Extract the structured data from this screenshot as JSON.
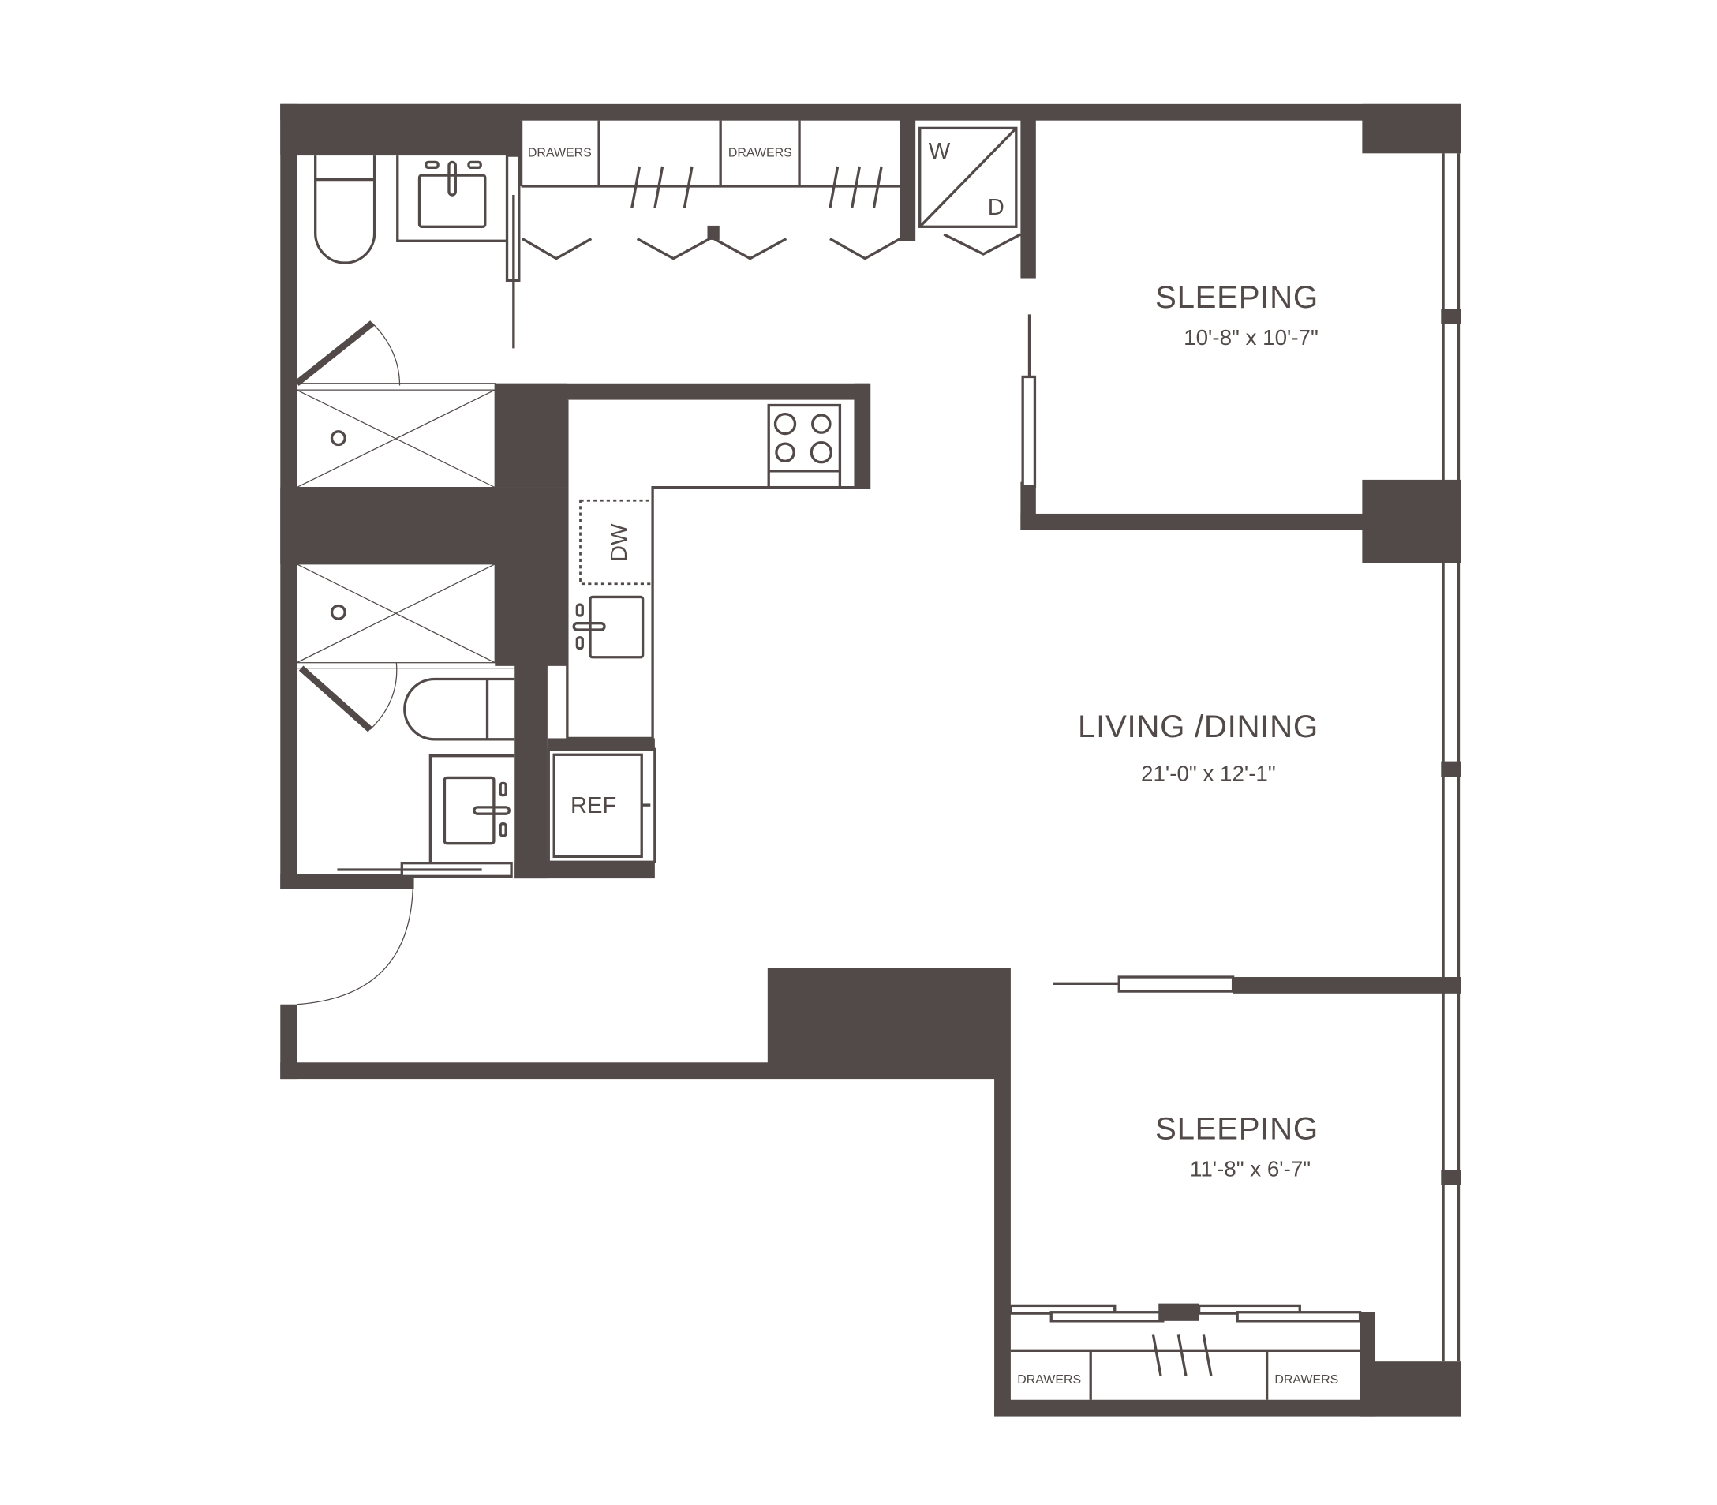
{
  "plan": {
    "colors": {
      "wall": "#514a48",
      "background": "#ffffff"
    },
    "rooms": [
      {
        "id": "sleeping-1",
        "title": "SLEEPING",
        "dimensions": "10'-8\" x 10'-7\""
      },
      {
        "id": "living-dining",
        "title": "LIVING /DINING",
        "dimensions": "21'-0\" x 12'-1\""
      },
      {
        "id": "sleeping-2",
        "title": "SLEEPING",
        "dimensions": "11'-8\" x 6'-7\""
      }
    ],
    "fixtures": {
      "drawers_label": "DRAWERS",
      "washer_label": "W",
      "dryer_label": "D",
      "dishwasher_label": "DW",
      "refrigerator_label": "REF"
    }
  }
}
